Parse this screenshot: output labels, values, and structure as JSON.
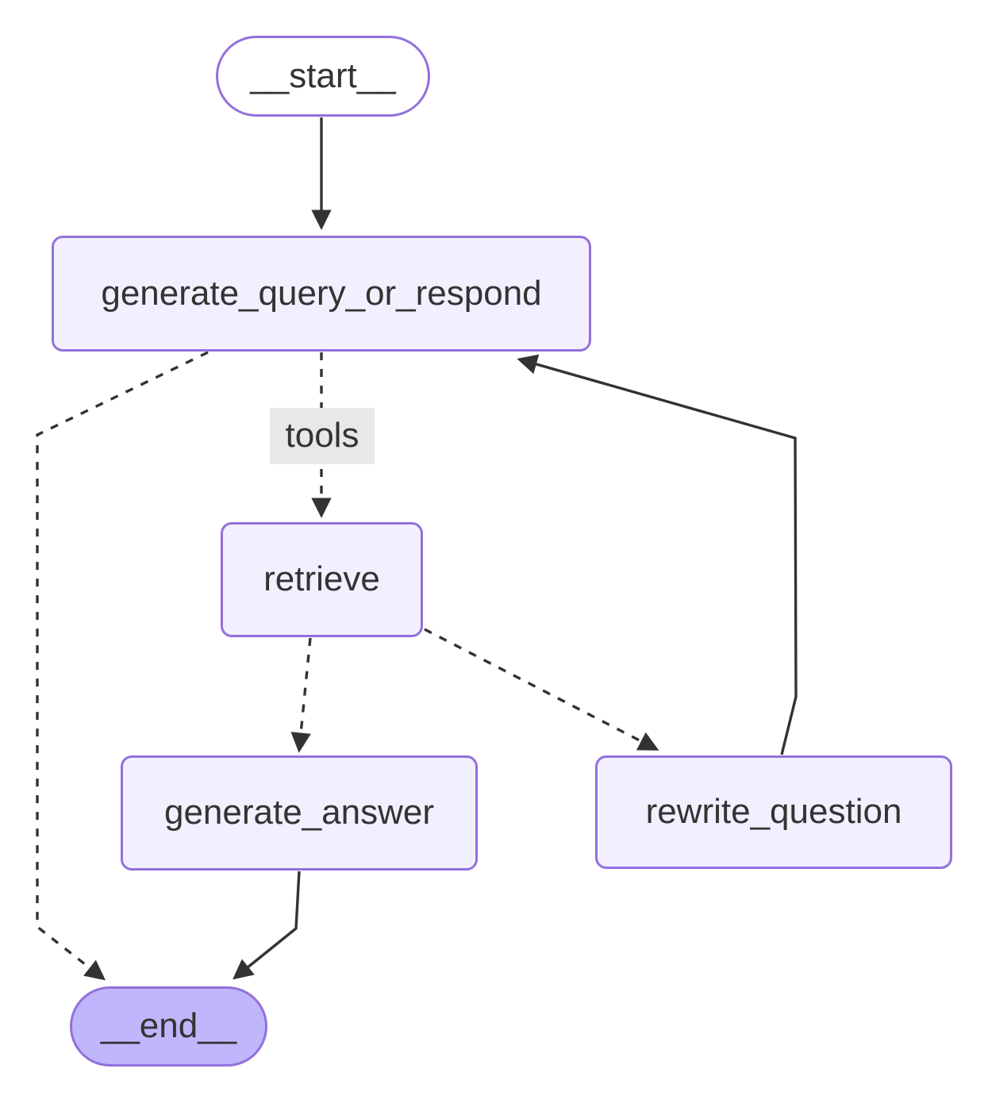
{
  "diagram": {
    "type": "flowchart",
    "direction": "top-down",
    "nodes": [
      {
        "id": "__start__",
        "label": "__start__",
        "shape": "stadium",
        "kind": "first"
      },
      {
        "id": "generate_query_or_respond",
        "label": "generate_query_or_respond",
        "shape": "rect",
        "kind": "default"
      },
      {
        "id": "retrieve",
        "label": "retrieve",
        "shape": "rect",
        "kind": "default"
      },
      {
        "id": "generate_answer",
        "label": "generate_answer",
        "shape": "rect",
        "kind": "default"
      },
      {
        "id": "rewrite_question",
        "label": "rewrite_question",
        "shape": "rect",
        "kind": "default"
      },
      {
        "id": "__end__",
        "label": "__end__",
        "shape": "stadium",
        "kind": "last"
      }
    ],
    "edges": [
      {
        "from": "__start__",
        "to": "generate_query_or_respond",
        "style": "solid",
        "label": ""
      },
      {
        "from": "generate_query_or_respond",
        "to": "retrieve",
        "style": "dotted",
        "label": "tools"
      },
      {
        "from": "generate_query_or_respond",
        "to": "__end__",
        "style": "dotted",
        "label": ""
      },
      {
        "from": "retrieve",
        "to": "generate_answer",
        "style": "dotted",
        "label": ""
      },
      {
        "from": "retrieve",
        "to": "rewrite_question",
        "style": "dotted",
        "label": ""
      },
      {
        "from": "generate_answer",
        "to": "__end__",
        "style": "solid",
        "label": ""
      },
      {
        "from": "rewrite_question",
        "to": "generate_query_or_respond",
        "style": "solid",
        "label": ""
      }
    ],
    "colors": {
      "bg": "#ffffff",
      "node_fill": "#f2f0ff",
      "node_border": "#9370DB",
      "start_fill": "#ffffff",
      "end_fill": "#bfb6fc",
      "edge": "#333333",
      "text": "#333333",
      "edge_label_bg": "#e8e8e8"
    }
  }
}
